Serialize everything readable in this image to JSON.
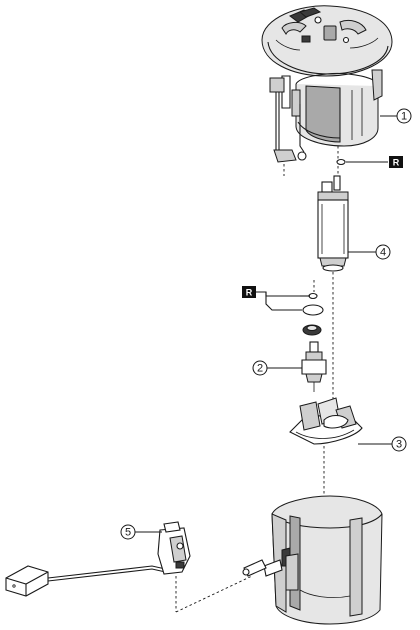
{
  "callouts": {
    "c1": "1",
    "c2": "2",
    "c3": "3",
    "c4": "4",
    "c5": "5"
  },
  "replace_marks": {
    "top": "R",
    "left": "R"
  },
  "colors": {
    "line": "#1a1a1a",
    "light_fill": "#e6e6e6",
    "mid_fill": "#cfcfcf",
    "dark_fill": "#3a3a3a"
  }
}
